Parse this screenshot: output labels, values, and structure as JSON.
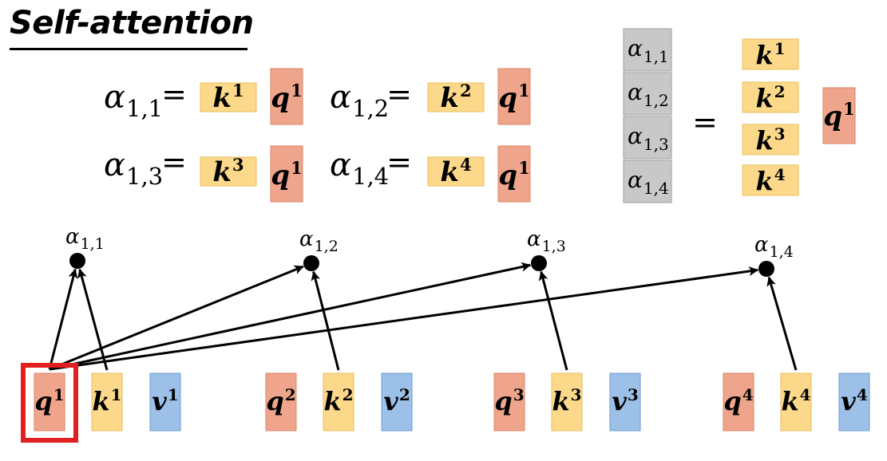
{
  "title": "Self-attention",
  "colors": {
    "query": "#EFA58B",
    "query_border": "#D98568",
    "key": "#FCD98A",
    "key_border": "#E8BE5A",
    "value": "#9CC0E8",
    "value_border": "#6E9BCF",
    "alpha_box": "#C8C8C8",
    "alpha_box_border": "#9E9E9E",
    "highlight": "#E02020",
    "line": "#000000"
  },
  "equations": [
    {
      "alpha": {
        "base": "α",
        "sub": "1,1"
      },
      "equals": "=",
      "key": {
        "base": "k",
        "sup": "1"
      },
      "query": {
        "base": "q",
        "sup": "1"
      }
    },
    {
      "alpha": {
        "base": "α",
        "sub": "1,2"
      },
      "equals": "=",
      "key": {
        "base": "k",
        "sup": "2"
      },
      "query": {
        "base": "q",
        "sup": "1"
      }
    },
    {
      "alpha": {
        "base": "α",
        "sub": "1,3"
      },
      "equals": "=",
      "key": {
        "base": "k",
        "sup": "3"
      },
      "query": {
        "base": "q",
        "sup": "1"
      }
    },
    {
      "alpha": {
        "base": "α",
        "sub": "1,4"
      },
      "equals": "=",
      "key": {
        "base": "k",
        "sup": "4"
      },
      "query": {
        "base": "q",
        "sup": "1"
      }
    }
  ],
  "matrix_equation": {
    "alphas": [
      {
        "base": "α",
        "sub": "1,1"
      },
      {
        "base": "α",
        "sub": "1,2"
      },
      {
        "base": "α",
        "sub": "1,3"
      },
      {
        "base": "α",
        "sub": "1,4"
      }
    ],
    "equals": "=",
    "keys": [
      {
        "base": "k",
        "sup": "1"
      },
      {
        "base": "k",
        "sup": "2"
      },
      {
        "base": "k",
        "sup": "3"
      },
      {
        "base": "k",
        "sup": "4"
      }
    ],
    "query": {
      "base": "q",
      "sup": "1"
    }
  },
  "nodes": [
    {
      "base": "α",
      "sub": "1,1"
    },
    {
      "base": "α",
      "sub": "1,2"
    },
    {
      "base": "α",
      "sub": "1,3"
    },
    {
      "base": "α",
      "sub": "1,4"
    }
  ],
  "token_groups": [
    {
      "q": {
        "base": "q",
        "sup": "1"
      },
      "k": {
        "base": "k",
        "sup": "1"
      },
      "v": {
        "base": "v",
        "sup": "1"
      },
      "highlighted": true
    },
    {
      "q": {
        "base": "q",
        "sup": "2"
      },
      "k": {
        "base": "k",
        "sup": "2"
      },
      "v": {
        "base": "v",
        "sup": "2"
      },
      "highlighted": false
    },
    {
      "q": {
        "base": "q",
        "sup": "3"
      },
      "k": {
        "base": "k",
        "sup": "3"
      },
      "v": {
        "base": "v",
        "sup": "3"
      },
      "highlighted": false
    },
    {
      "q": {
        "base": "q",
        "sup": "4"
      },
      "k": {
        "base": "k",
        "sup": "4"
      },
      "v": {
        "base": "v",
        "sup": "4"
      },
      "highlighted": false
    }
  ]
}
